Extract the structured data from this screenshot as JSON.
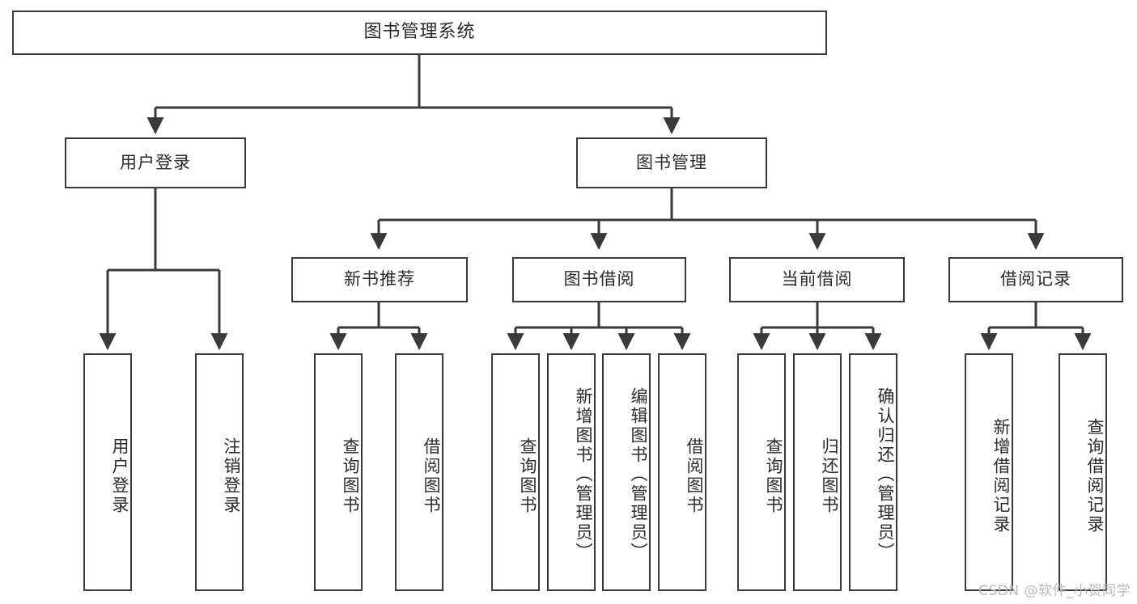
{
  "diagram": {
    "title": "图书管理系统",
    "watermark": "CSDN @软件_小贺同学",
    "line_color": "#3a3a3a",
    "box_fill": "#ffffff",
    "text_color": "#2b2b2b",
    "nodes": {
      "root": "图书管理系统",
      "level2": [
        "用户登录",
        "图书管理"
      ],
      "level3": [
        "新书推荐",
        "图书借阅",
        "当前借阅",
        "借阅记录"
      ],
      "leaves": {
        "user_login": [
          "用户登录",
          "注销登录"
        ],
        "new_book_rec": [
          "查询图书",
          "借阅图书"
        ],
        "book_borrow": [
          "查询图书",
          "新增图书（管理员）",
          "编辑图书（管理员）",
          "借阅图书"
        ],
        "current_borrow": [
          "查询图书",
          "归还图书",
          "确认归还（管理员）"
        ],
        "borrow_record": [
          "新增借阅记录",
          "查询借阅记录"
        ]
      }
    }
  }
}
